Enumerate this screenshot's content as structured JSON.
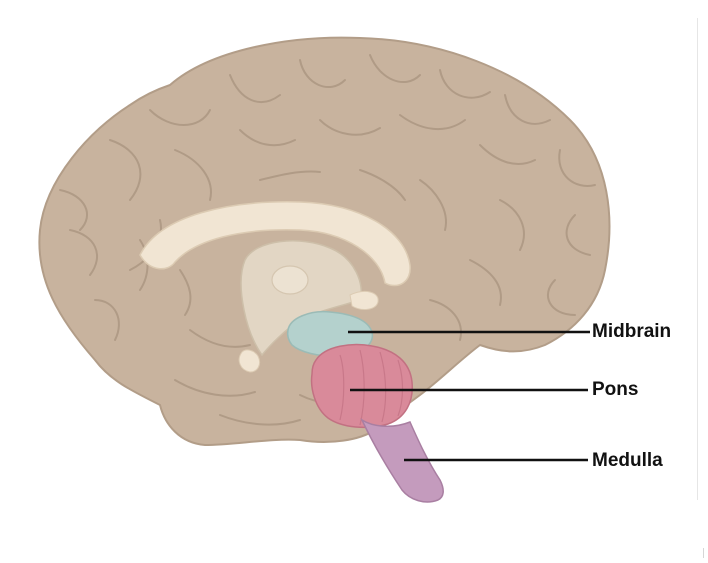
{
  "labels": {
    "midbrain": "Midbrain",
    "pons": "Pons",
    "medulla": "Medulla"
  },
  "colors": {
    "cortex": "#c8b39e",
    "cortex_shadow": "#a8937f",
    "corpus_callosum": "#f1e5d3",
    "diencephalon": "#e2d6c4",
    "midbrain": "#b4d1cd",
    "pons": "#d98a9a",
    "medulla": "#c49bbd",
    "leader_line": "#111111"
  }
}
